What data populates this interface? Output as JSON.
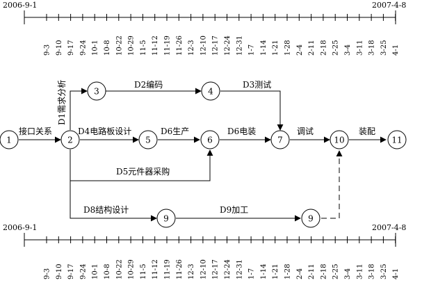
{
  "timeline": {
    "start_date": "2006-9-1",
    "end_date": "2007-4-8",
    "ticks": [
      "9-3",
      "9-10",
      "9-17",
      "9-24",
      "10-1",
      "10-8",
      "10-22",
      "10-29",
      "11-5",
      "11-12",
      "11-19",
      "11-26",
      "12-3",
      "12-10",
      "12-17",
      "12-24",
      "12-31",
      "1-7",
      "1-14",
      "1-21",
      "1-28",
      "2-4",
      "2-11",
      "2-18",
      "2-25",
      "3-4",
      "3-11",
      "3-18",
      "3-25",
      "4-1"
    ]
  },
  "nodes": [
    {
      "id": "n1",
      "label": "1"
    },
    {
      "id": "n2",
      "label": "2"
    },
    {
      "id": "n3",
      "label": "3"
    },
    {
      "id": "n4",
      "label": "4"
    },
    {
      "id": "n5",
      "label": "5"
    },
    {
      "id": "n6",
      "label": "6"
    },
    {
      "id": "n7",
      "label": "7"
    },
    {
      "id": "n10",
      "label": "10"
    },
    {
      "id": "n11",
      "label": "11"
    },
    {
      "id": "n9a",
      "label": "9"
    },
    {
      "id": "n9b",
      "label": "9"
    }
  ],
  "activities": {
    "interface": "接口关系",
    "d1": "D1需求分析",
    "d2": "D2编码",
    "d3": "D3测试",
    "d4": "D4电路板设计",
    "d5": "D5元件器采购",
    "d6a": "D6生产",
    "d6b": "D6电装",
    "debug": "调试",
    "assembly": "装配",
    "d8": "D8结构设计",
    "d9": "D9加工"
  }
}
